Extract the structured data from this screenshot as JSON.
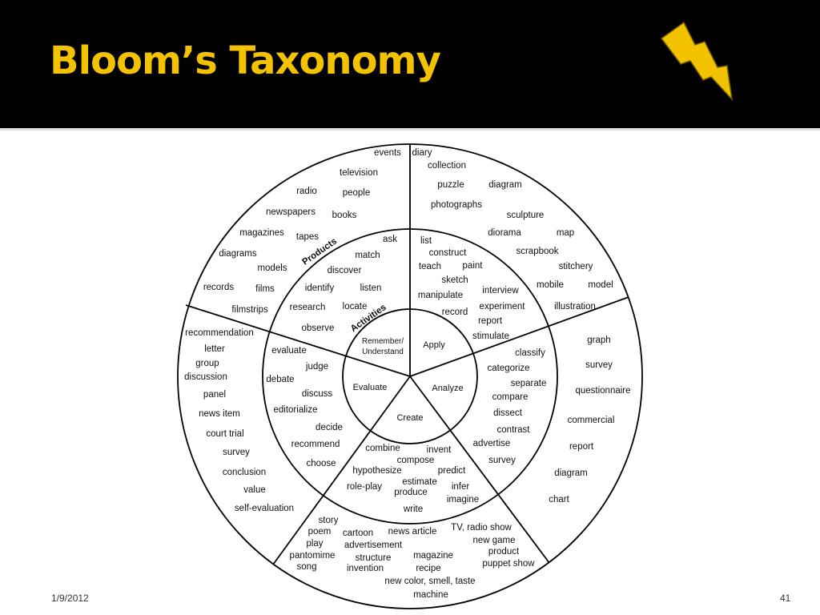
{
  "slide": {
    "title": "Bloom’s Taxonomy",
    "date": "1/9/2012",
    "page_number": "41",
    "title_color": "#f2c200",
    "header_background": "#000000",
    "icon": "lightning-bolt-icon"
  },
  "diagram": {
    "ring_labels": {
      "products": "Products",
      "activities": "Activities"
    },
    "levels": [
      "Remember/ Understand",
      "Apply",
      "Analyze",
      "Create",
      "Evaluate"
    ],
    "activities": {
      "remember_understand": [
        "ask",
        "match",
        "discover",
        "identify",
        "listen",
        "research",
        "locate",
        "observe"
      ],
      "apply": [
        "list",
        "construct",
        "teach",
        "paint",
        "sketch",
        "manipulate",
        "interview",
        "experiment",
        "record",
        "report",
        "stimulate"
      ],
      "analyze": [
        "classify",
        "categorize",
        "separate",
        "compare",
        "dissect",
        "contrast",
        "advertise",
        "survey"
      ],
      "create": [
        "combine",
        "invent",
        "compose",
        "hypothesize",
        "predict",
        "estimate",
        "produce",
        "role-play",
        "infer",
        "imagine",
        "write"
      ],
      "evaluate": [
        "evaluate",
        "judge",
        "debate",
        "discuss",
        "editorialize",
        "decide",
        "recommend",
        "choose"
      ]
    },
    "products": {
      "remember_understand": [
        "events",
        "television",
        "radio",
        "people",
        "newspapers",
        "books",
        "magazines",
        "tapes",
        "diagrams",
        "models",
        "records",
        "films",
        "filmstrips"
      ],
      "apply": [
        "diary",
        "collection",
        "puzzle",
        "diagram",
        "photographs",
        "sculpture",
        "diorama",
        "map",
        "scrapbook",
        "stitchery",
        "mobile",
        "model",
        "illustration"
      ],
      "analyze": [
        "graph",
        "survey",
        "questionnaire",
        "commercial",
        "report",
        "diagram",
        "chart"
      ],
      "create": [
        "story",
        "poem",
        "play",
        "pantomime",
        "song",
        "cartoon",
        "advertisement",
        "structure",
        "invention",
        "news article",
        "magazine",
        "recipe",
        "TV, radio show",
        "new game",
        "product",
        "puppet show",
        "new color, smell, taste",
        "machine"
      ],
      "evaluate": [
        "recommendation",
        "letter",
        "group",
        "discussion",
        "panel",
        "news item",
        "court trial",
        "survey",
        "conclusion",
        "value",
        "self-evaluation"
      ]
    }
  }
}
